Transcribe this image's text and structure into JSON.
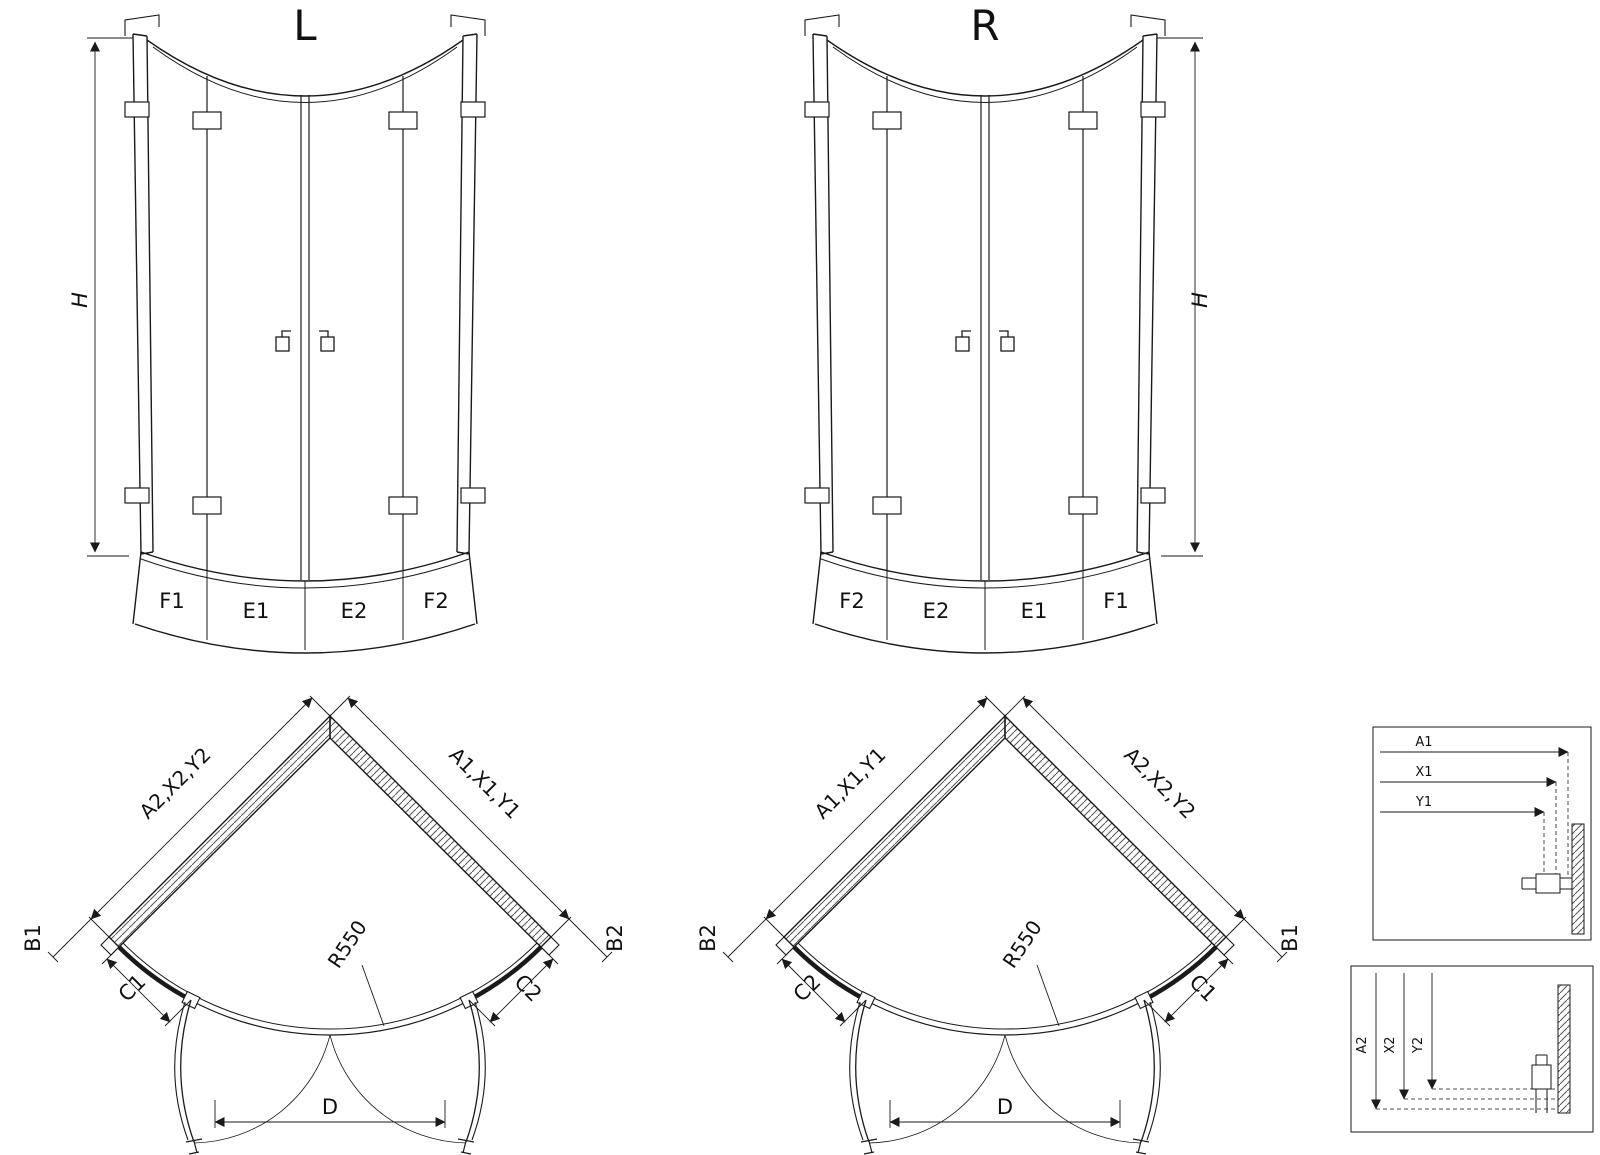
{
  "colors": {
    "line": "#1a1a1a",
    "background": "#ffffff"
  },
  "elevation_left": {
    "title": "L",
    "height_label": "H",
    "tray_labels": [
      "F1",
      "E1",
      "E2",
      "F2"
    ]
  },
  "elevation_right": {
    "title": "R",
    "height_label": "H",
    "tray_labels": [
      "F2",
      "E2",
      "E1",
      "F1"
    ]
  },
  "plan_left": {
    "left_width_label": "A2,X2,Y2",
    "right_width_label": "A1,X1,Y1",
    "left_outer_label": "B1",
    "right_outer_label": "B2",
    "left_segment_label": "C1",
    "right_segment_label": "C2",
    "radius_label": "R550",
    "opening_label": "D"
  },
  "plan_right": {
    "left_width_label": "A1,X1,Y1",
    "right_width_label": "A2,X2,Y2",
    "left_outer_label": "B2",
    "right_outer_label": "B1",
    "left_segment_label": "C2",
    "right_segment_label": "C1",
    "radius_label": "R550",
    "opening_label": "D"
  },
  "detail_horizontal": {
    "labels": [
      "A1",
      "X1",
      "Y1"
    ]
  },
  "detail_vertical": {
    "labels": [
      "A2",
      "X2",
      "Y2"
    ]
  }
}
